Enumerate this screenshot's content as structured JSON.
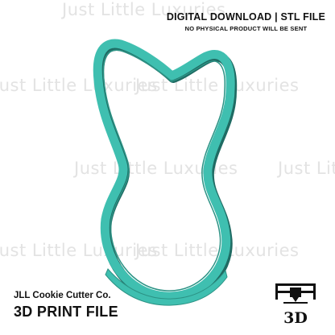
{
  "watermark": {
    "text": "Just Little Luxuries"
  },
  "notice": {
    "title": "DIGITAL DOWNLOAD | STL FILE",
    "subtitle": "NO PHYSICAL PRODUCT WILL BE SENT"
  },
  "product": {
    "shape": "bunny peep",
    "color": "#3fbfb0",
    "edge_color": "#2c9385",
    "shadow_color": "#1f6b63"
  },
  "brand": {
    "company": "JLL Cookie Cutter Co.",
    "file_type": "3D PRINT FILE"
  },
  "printer_icon": {
    "label": "3D"
  }
}
